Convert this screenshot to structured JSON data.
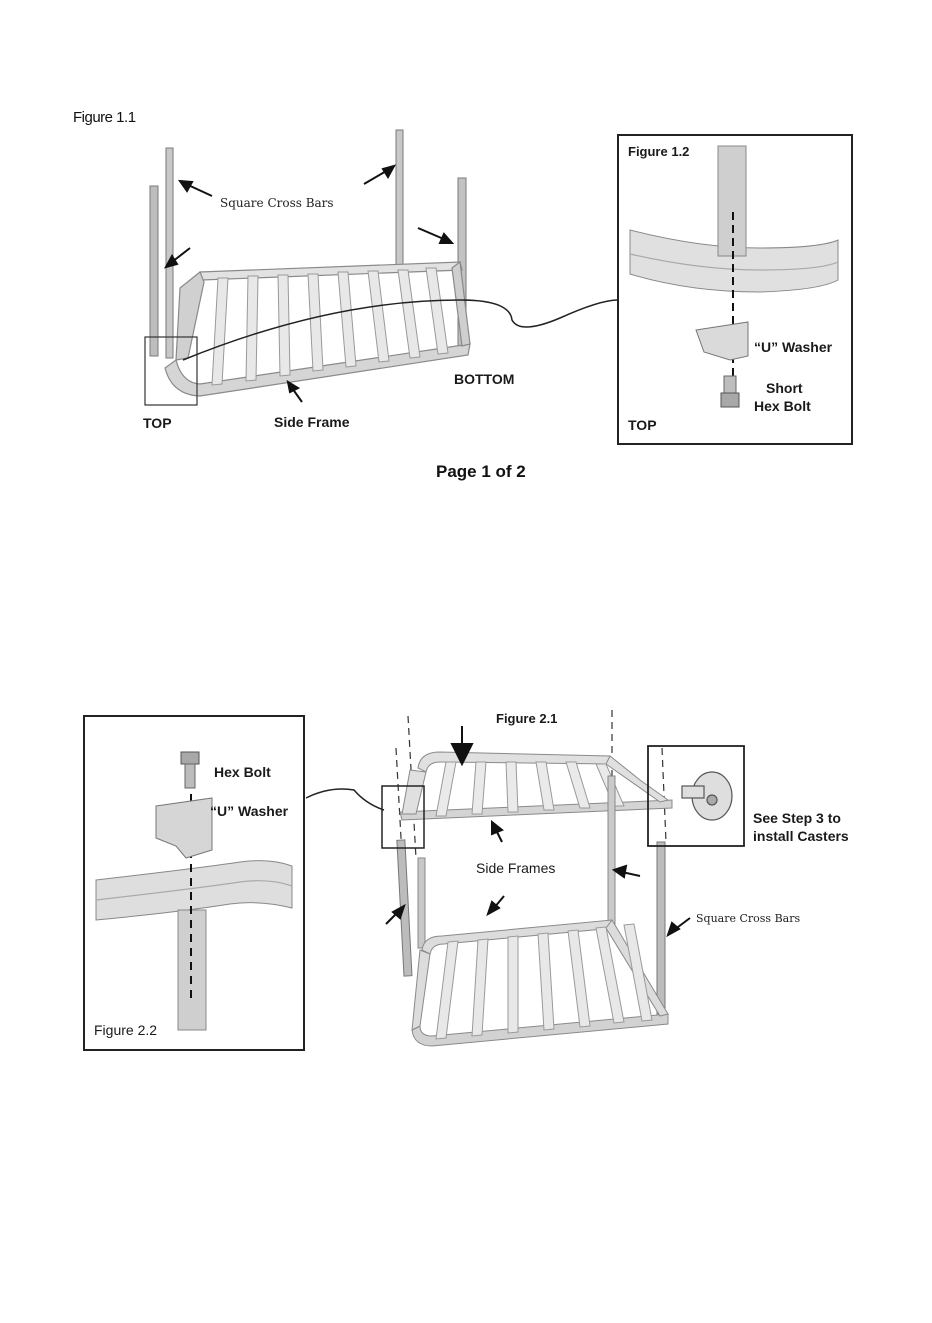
{
  "page1": {
    "figure_1_1": {
      "title": "Figure 1.1",
      "square_cross_bars": "Square Cross Bars",
      "top": "TOP",
      "side_frame": "Side Frame",
      "bottom": "BOTTOM"
    },
    "figure_1_2": {
      "title": "Figure 1.2",
      "u_washer": "“U” Washer",
      "short": "Short",
      "hex_bolt": "Hex Bolt",
      "top": "TOP"
    },
    "page_number": "Page  1  of  2"
  },
  "page2": {
    "figure_2_1": {
      "title": "Figure 2.1",
      "see_step_line1": "See Step 3 to",
      "see_step_line2": "install Casters",
      "side_frames": "Side Frames",
      "square_cross_bars": "Square Cross Bars"
    },
    "figure_2_2": {
      "title": "Figure 2.2",
      "hex_bolt": "Hex Bolt",
      "u_washer": "“U” Washer"
    }
  },
  "colors": {
    "line": "#222222",
    "metal_light": "#d8d8d8",
    "metal_mid": "#b5b5b5",
    "metal_dark": "#8a8a8a"
  }
}
